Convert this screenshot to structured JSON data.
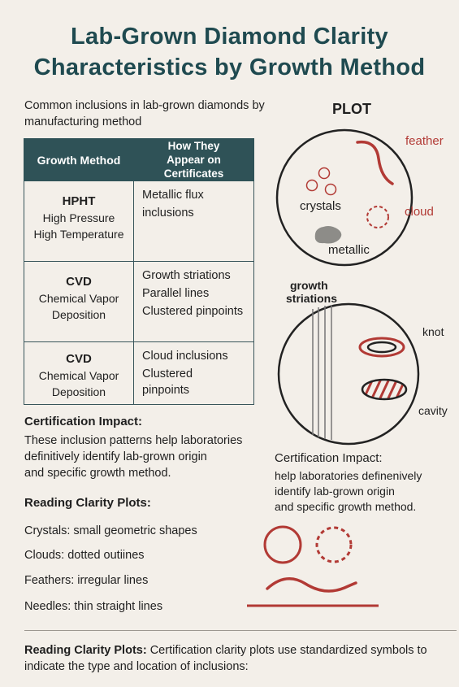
{
  "title": {
    "line1": "Lab-Grown Diamond Clarity",
    "line2": "Characteristics by Growth Method"
  },
  "intro": "Common inclusions in lab-grown diamonds by manufacturing method",
  "table": {
    "headers": [
      "Growth Method",
      "How They",
      "Appear on Certificates"
    ],
    "rows": [
      {
        "method": "HPHT",
        "desc": [
          "High Pressure",
          "High Temperature"
        ],
        "appearance": [
          "Metallic flux",
          "inclusions"
        ]
      },
      {
        "method": "CVD",
        "desc": [
          "Chemical Vapor",
          "Deposition"
        ],
        "appearance": [
          "Growth striations",
          "Parallel lines",
          "Clustered pinpoints"
        ]
      },
      {
        "method": "CVD",
        "desc": [
          "Chemical Vapor",
          "Deposition"
        ],
        "appearance": [
          "Cloud inclusions",
          "Clustered",
          "pinpoints"
        ]
      }
    ]
  },
  "certification_left": {
    "heading": "Certification Impact:",
    "lines": [
      "These inclusion patterns help laboratories",
      "definitively identify lab-grown origin",
      "and specific growth method."
    ]
  },
  "reading_plots": {
    "heading": "Reading Clarity Plots:",
    "items": [
      "Crystals: small geometric shapes",
      "Clouds: dotted outiines",
      "Feathers: irregular lines",
      "Needles: thin straight lines"
    ]
  },
  "plot1": {
    "title": "PLOT",
    "labels": {
      "feather": "feather",
      "crystals": "crystals",
      "cloud": "cloud",
      "metallic": "metallic"
    }
  },
  "plot2": {
    "label_top": [
      "growth",
      "striations"
    ],
    "labels": {
      "knot": "knot",
      "cavity": "cavity"
    }
  },
  "certification_right": {
    "heading": "Certification Impact:",
    "lines": [
      "help laboratories definenively",
      "identify lab-grown origin",
      "and specific growth method."
    ]
  },
  "footer": {
    "bold": "Reading Clarity Plots:",
    "text": " Certification clarity plots use standardized symbols to indicate the type and location of inclusions:"
  },
  "colors": {
    "title": "#1f4a50",
    "table_header": "#2f5257",
    "inclusion_red": "#b23a35",
    "outline": "#222222",
    "metallic_gray": "#8d8c88"
  }
}
